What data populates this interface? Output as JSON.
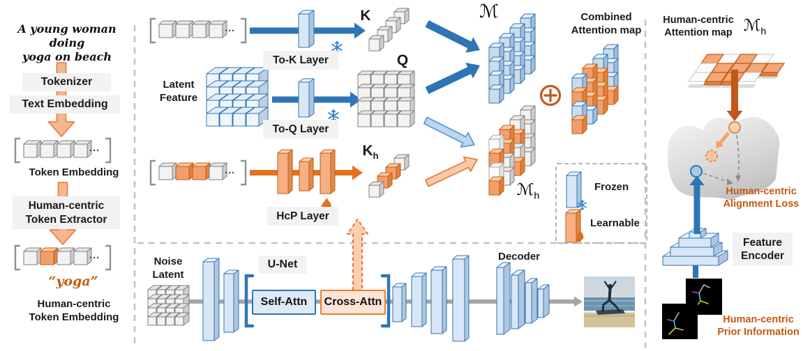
{
  "colors": {
    "blue": "#2E75B6",
    "light_blue_fill": "#DEEBF7",
    "orange": "#ED7D31",
    "dark_orange_text": "#C55A11",
    "label_bg": "#F2F2F2",
    "divider_gray": "#C4C4C4"
  },
  "icons": {
    "snowflake-icon": "❄",
    "flame-icon": "🔥",
    "circled-plus-icon": "⊕"
  },
  "shared": {
    "ellipsis": "···"
  },
  "left_panel": {
    "prompt": "A young woman doing\nyoga on beach",
    "tokenizer": "Tokenizer",
    "text_embedding": "Text Embedding",
    "token_embedding_caption": "Token Embedding",
    "extractor": "Human-centric\nToken Extractor",
    "extracted_word": "“yoga”",
    "hc_token_embedding_caption": "Human-centric\nToken Embedding"
  },
  "attention": {
    "latent_feature": "Latent\nFeature",
    "to_k": "To-K Layer",
    "to_q": "To-Q Layer",
    "hcp": "HcP Layer",
    "k": "K",
    "q": "Q",
    "kh_main": "K",
    "kh_sub": "h",
    "m": "ℳ",
    "mh_main": "ℳ",
    "mh_sub": "h",
    "combined": "Combined\nAttention map"
  },
  "legend": {
    "frozen": "Frozen",
    "learnable": "Learnable"
  },
  "unet": {
    "noise_latent": "Noise\nLatent",
    "unet": "U-Net",
    "self_attn": "Self-Attn",
    "cross_attn": "Cross-Attn",
    "decoder": "Decoder"
  },
  "right_panel": {
    "attention_map": "Human-centric\nAttention map",
    "mh_main": "ℳ",
    "mh_sub": "h",
    "alignment_loss": "Human-centric\nAlignment Loss",
    "feature_encoder": "Feature\nEncoder",
    "prior_information": "Human-centric\nPrior Information"
  },
  "cube_patterns": {
    "token_embedding_row": [
      "gray",
      "gray",
      "gray",
      "gray"
    ],
    "hc_token_embedding_row": [
      "gray",
      "orange",
      "gray",
      "gray"
    ],
    "attn_token_row": [
      "gray",
      "gray",
      "gray",
      "gray"
    ],
    "attn_hc_token_row": [
      "gray",
      "orange",
      "orange",
      "gray"
    ],
    "k_row": [
      "gray",
      "gray",
      "gray",
      "gray"
    ],
    "kh_row": [
      "gray",
      "orange",
      "orange",
      "gray"
    ],
    "m_wall_cols": [
      [
        "blue",
        "blue",
        "blue",
        "blue"
      ],
      [
        "blue",
        "blue",
        "blue",
        "blue"
      ],
      [
        "blue",
        "blue",
        "blue",
        "blue"
      ],
      [
        "blue",
        "blue",
        "blue",
        "blue"
      ]
    ],
    "mh_wall_cols": [
      [
        "white",
        "orange",
        "white",
        "orange"
      ],
      [
        "orange",
        "orange",
        "gray",
        "gray"
      ],
      [
        "gray",
        "orange",
        "gray",
        "orange"
      ],
      [
        "gray",
        "gray",
        "gray",
        "gray"
      ]
    ],
    "combined_wall_cols": [
      [
        "blue",
        "orange",
        "blue",
        "orange"
      ],
      [
        "orange",
        "orange",
        "orange",
        "blue"
      ],
      [
        "blue",
        "orange",
        "orange",
        "orange"
      ],
      [
        "blue",
        "blue",
        "blue",
        "orange"
      ]
    ],
    "hc_attention_plane_rows": [
      [
        "orange",
        "white",
        "orange",
        "white"
      ],
      [
        "white",
        "orange",
        "orange",
        "orange",
        "orange"
      ],
      [
        "white",
        "orange",
        "orange",
        "white"
      ]
    ]
  }
}
